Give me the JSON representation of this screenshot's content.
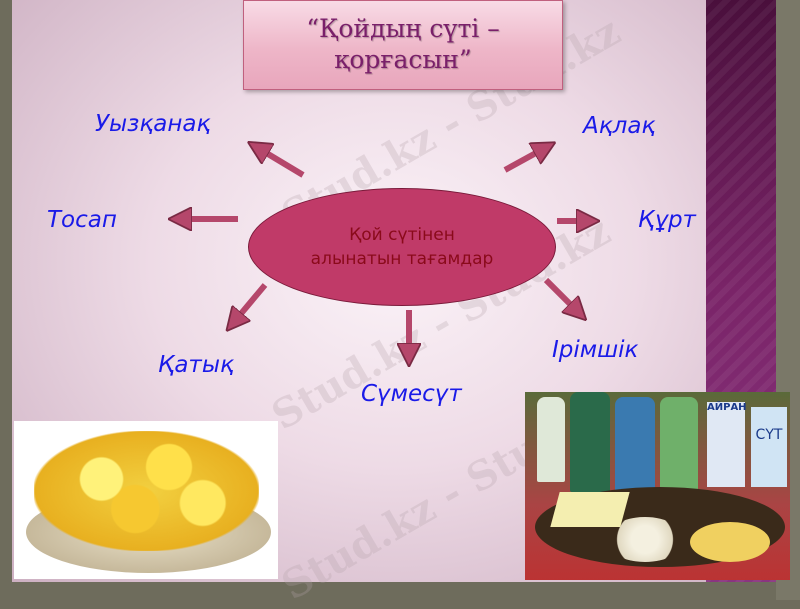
{
  "title": {
    "line1": "“Қойдың сүті –",
    "line2": "қорғасын”"
  },
  "center": {
    "line1": "Қой сүтінен",
    "line2": "алынатын тағамдар"
  },
  "products": [
    "Уызқанақ",
    "Тосап",
    "Қатық",
    "Сүмесүт",
    "Ірімшік",
    "Құрт",
    "Ақлақ"
  ],
  "watermark": "Stud.kz - Stud.kz",
  "photo_labels": {
    "bottle1": "АЙРАН",
    "bottle2": "СҮТ"
  },
  "colors": {
    "arrow": "#b5476b",
    "ellipse": "#c03a68",
    "label": "#1a1ae8",
    "title": "#7a1f6a"
  }
}
